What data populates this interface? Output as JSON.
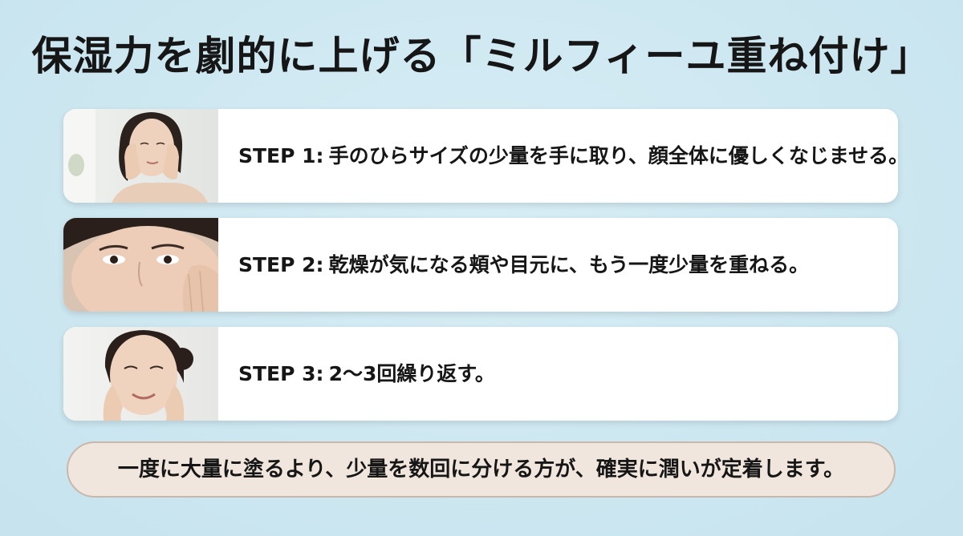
{
  "title": "保湿力を劇的に上げる「ミルフィーユ重ね付け」",
  "steps": [
    {
      "label": "STEP 1:",
      "text": "手のひらサイズの少量を手に取り、顔全体に優しくなじませる。",
      "photo_icon": "woman-face-photo"
    },
    {
      "label": "STEP 2:",
      "text": "乾燥が気になる頬や目元に、もう一度少量を重ねる。",
      "photo_icon": "woman-eye-closeup-photo"
    },
    {
      "label": "STEP 3:",
      "text": "2〜3回繰り返す。",
      "photo_icon": "woman-smiling-photo"
    }
  ],
  "note": "一度に大量に塗るより、少量を数回に分ける方が、確実に潤いが定着します。",
  "colors": {
    "background": "#cfe8f1",
    "card": "#ffffff",
    "note_bg": "#f1e6dd",
    "note_border": "#c9b7ab",
    "text": "#161616"
  }
}
